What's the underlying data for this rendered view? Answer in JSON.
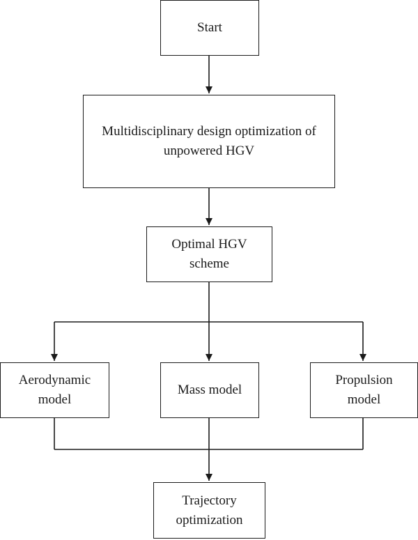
{
  "nodes": {
    "start": {
      "lines": [
        "Start"
      ]
    },
    "mdo": {
      "lines": [
        "Multidisciplinary design optimization of",
        "unpowered HGV"
      ]
    },
    "optimal": {
      "lines": [
        "Optimal HGV",
        "scheme"
      ]
    },
    "aero": {
      "lines": [
        "Aerodynamic",
        "model"
      ]
    },
    "mass": {
      "lines": [
        "Mass model"
      ]
    },
    "propulsion": {
      "lines": [
        "Propulsion",
        "model"
      ]
    },
    "trajectory": {
      "lines": [
        "Trajectory",
        "optimization"
      ]
    }
  },
  "edges": [
    {
      "from": "start",
      "to": "mdo"
    },
    {
      "from": "mdo",
      "to": "optimal"
    },
    {
      "from": "optimal",
      "to": "aero"
    },
    {
      "from": "optimal",
      "to": "mass"
    },
    {
      "from": "optimal",
      "to": "propulsion"
    },
    {
      "from": "aero",
      "to": "trajectory"
    },
    {
      "from": "mass",
      "to": "trajectory"
    },
    {
      "from": "propulsion",
      "to": "trajectory"
    }
  ],
  "colors": {
    "stroke": "#1a1a1a",
    "background": "#ffffff"
  }
}
